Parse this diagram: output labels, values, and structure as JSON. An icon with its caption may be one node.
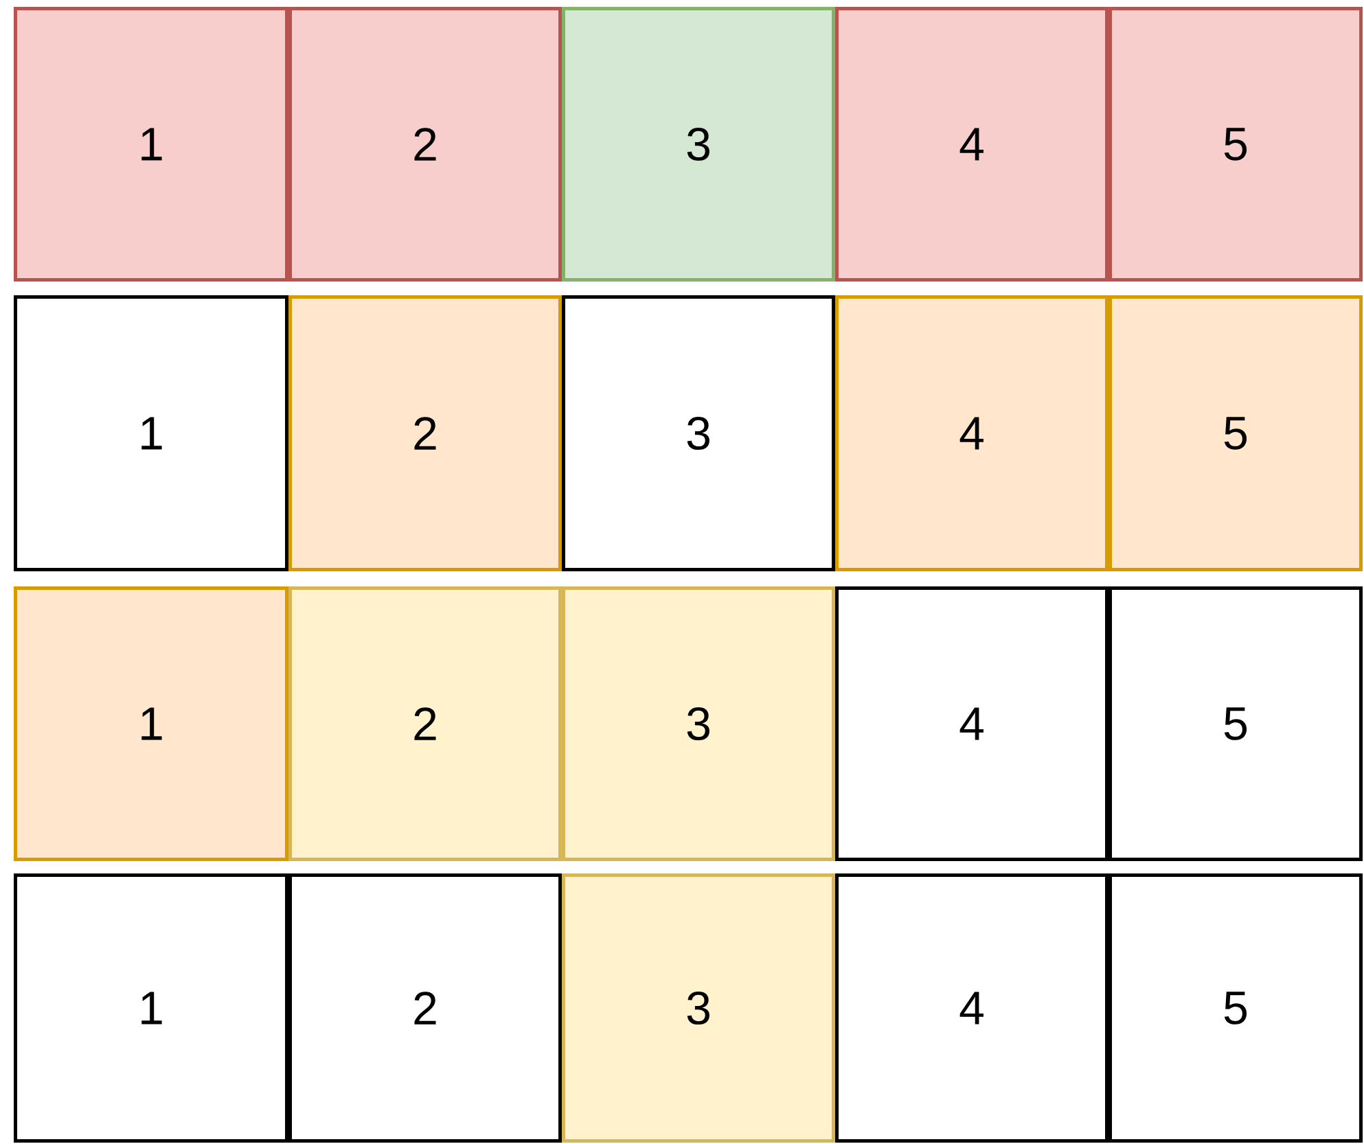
{
  "diagram": {
    "nodes": [
      {
        "text": [
          "1"
        ]
      },
      {
        "text": [
          "2"
        ]
      },
      {
        "text": [
          "3"
        ]
      },
      {
        "text": [
          "4"
        ]
      },
      {
        "text": [
          "5"
        ]
      },
      {
        "text": [
          "1"
        ]
      },
      {
        "text": [
          "2"
        ]
      },
      {
        "text": [
          "3"
        ]
      },
      {
        "text": [
          "4"
        ]
      },
      {
        "text": [
          "5"
        ]
      },
      {
        "text": [
          "1"
        ]
      },
      {
        "text": [
          "2"
        ]
      },
      {
        "text": [
          "3"
        ]
      },
      {
        "text": [
          "4"
        ]
      },
      {
        "text": [
          "5"
        ]
      },
      {
        "text": [
          "1"
        ]
      },
      {
        "text": [
          "2"
        ]
      },
      {
        "text": [
          "3"
        ]
      },
      {
        "text": [
          "4"
        ]
      },
      {
        "text": [
          "5"
        ]
      }
    ]
  }
}
